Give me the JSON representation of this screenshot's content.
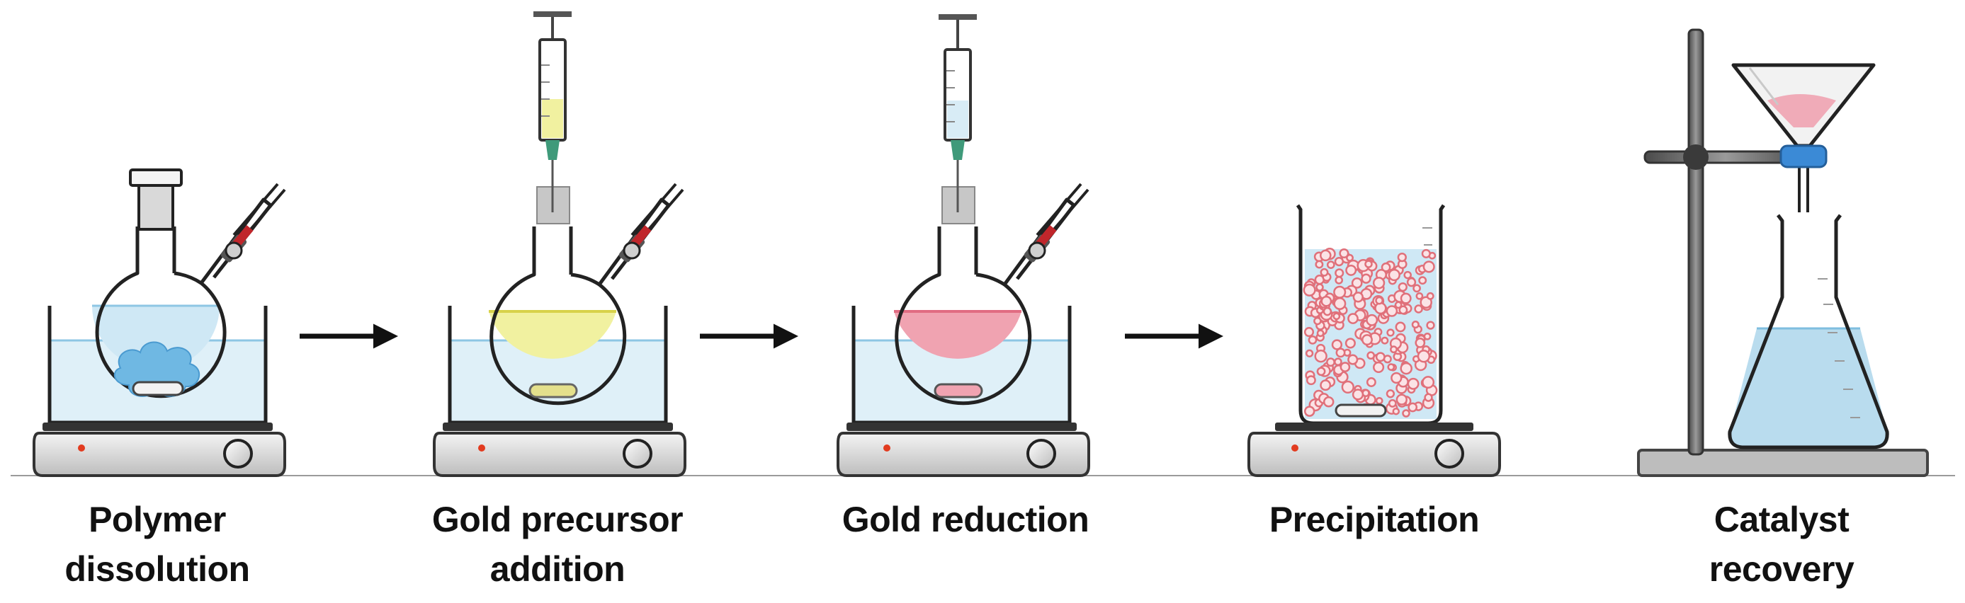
{
  "steps": [
    {
      "id": "polymer-dissolution",
      "label_lines": [
        "Polymer",
        "dissolution"
      ]
    },
    {
      "id": "gold-precursor-addition",
      "label_lines": [
        "Gold precursor",
        "addition"
      ]
    },
    {
      "id": "gold-reduction",
      "label_lines": [
        "Gold reduction"
      ]
    },
    {
      "id": "precipitation",
      "label_lines": [
        "Precipitation"
      ]
    },
    {
      "id": "catalyst-recovery",
      "label_lines": [
        "Catalyst",
        "recovery"
      ]
    }
  ],
  "colors": {
    "outline": "#222222",
    "bath_water": "#dff0f8",
    "polymer_solution": "#cfe8f5",
    "polymer_blob": "#6fb8e3",
    "precursor_solution": "#f1f1a0",
    "reduced_solution": "#f0a3b1",
    "particle": "#e0707a",
    "filtrate": "#b9dcee",
    "stopper": "#d9d9d9",
    "valve_red": "#c0262b",
    "needle": "#3f9a7a",
    "clamp": "#3b8ad6",
    "stand": "#707070",
    "hotplate": "#e4e4e4",
    "indicator": "#e23b1f",
    "arrow": "#111111"
  }
}
